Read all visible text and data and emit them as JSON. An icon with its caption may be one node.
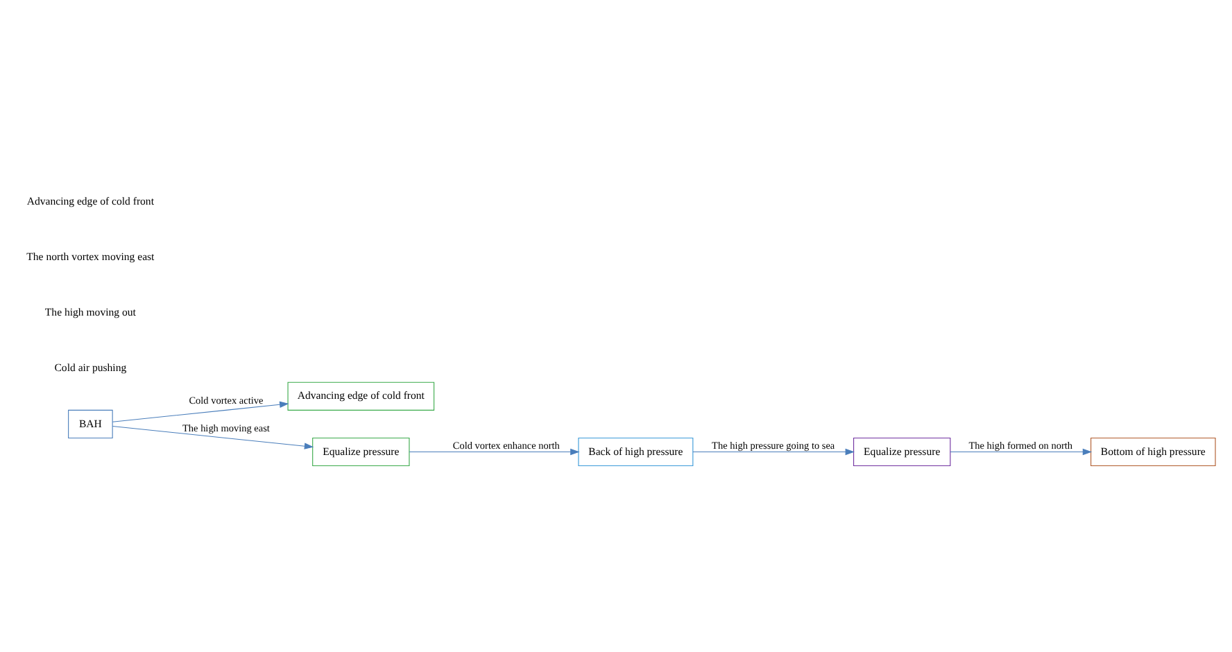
{
  "diagram": {
    "nodes": [
      {
        "text": [
          "BAH"
        ]
      },
      {
        "text": [
          "Advancing edge of cold front"
        ]
      },
      {
        "text": [
          "Equalize pressure"
        ]
      },
      {
        "text": [
          "Back of high pressure"
        ]
      },
      {
        "text": [
          "Equalize pressure"
        ]
      },
      {
        "text": [
          "Bottom of high pressure"
        ]
      }
    ],
    "edges": [
      {
        "from": 0,
        "to": 1,
        "arrow": "to",
        "label": "Cold vortex active"
      },
      {
        "from": 0,
        "to": 2,
        "arrow": "to",
        "label": "The high moving east"
      },
      {
        "from": 2,
        "to": 3,
        "arrow": "to",
        "label": "Cold vortex enhance north"
      },
      {
        "from": 3,
        "to": 4,
        "arrow": "to",
        "label": "The high pressure going to sea"
      },
      {
        "from": 4,
        "to": 5,
        "arrow": "to",
        "label": "The high formed on north"
      }
    ],
    "labels": [
      "Cold air pushing",
      "The high moving out",
      "The north vortex moving east",
      "Advancing edge of cold front"
    ]
  }
}
